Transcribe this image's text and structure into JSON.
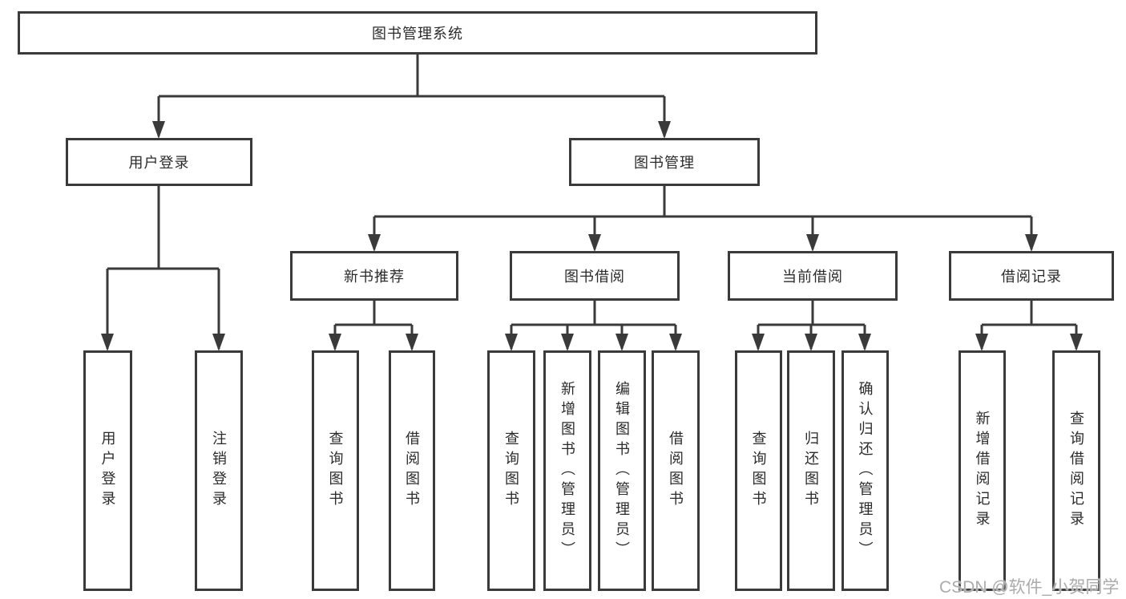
{
  "diagram": {
    "title": "图书管理系统",
    "branches": {
      "user_login": {
        "label": "用户登录",
        "children": [
          "用户登录",
          "注销登录"
        ]
      },
      "book_mgmt": {
        "label": "图书管理"
      }
    },
    "modules": [
      {
        "label": "新书推荐",
        "children": [
          "查询图书",
          "借阅图书"
        ]
      },
      {
        "label": "图书借阅",
        "children": [
          "查询图书",
          "新增图书（管理员）",
          "编辑图书（管理员）",
          "借阅图书"
        ]
      },
      {
        "label": "当前借阅",
        "children": [
          "查询图书",
          "归还图书",
          "确认归还（管理员）"
        ]
      },
      {
        "label": "借阅记录",
        "children": [
          "新增借阅记录",
          "查询借阅记录"
        ]
      }
    ]
  },
  "watermark": {
    "text": "CSDN @软件_小贺同学"
  },
  "colors": {
    "line": "#3a3a3a",
    "border": "#3a3a3a",
    "text": "#2b2b2b",
    "watermark": "#ababab",
    "background": "#ffffff"
  }
}
